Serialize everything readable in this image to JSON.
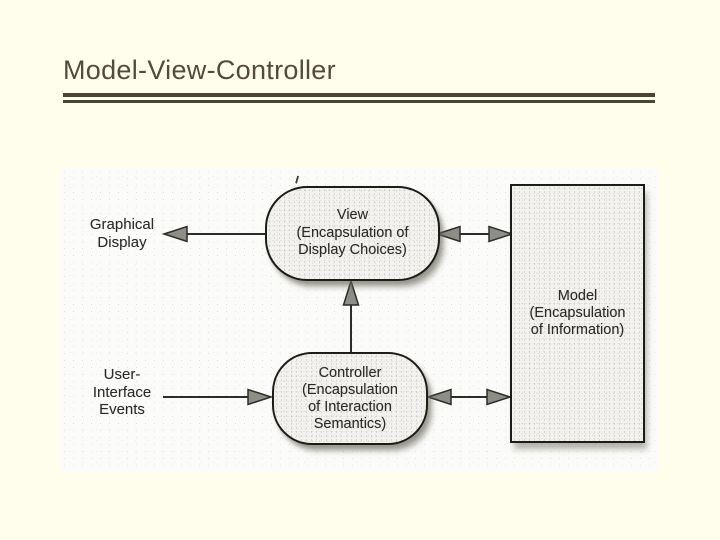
{
  "slide": {
    "title": "Model-View-Controller"
  },
  "theme": {
    "background": "#fffdec",
    "title_color": "#544a3b",
    "rule_color": "#4c4334",
    "scan_background": "#fbfbf9",
    "node_fill": "#f3f2ee",
    "node_border": "#1c1c19",
    "arrow_color": "#2d2d2a",
    "arrowhead_fill": "#8e8d86",
    "text_color": "#2a2a27"
  },
  "diagram": {
    "external_labels": {
      "graphical_display": {
        "lines": [
          "Graphical",
          "Display"
        ]
      },
      "user_interface_events": {
        "lines": [
          "User-",
          "Interface",
          "Events"
        ]
      }
    },
    "nodes": {
      "view": {
        "lines": [
          "View",
          "(Encapsulation of",
          "Display Choices)"
        ]
      },
      "controller": {
        "lines": [
          "Controller",
          "(Encapsulation",
          "of Interaction",
          "Semantics)"
        ]
      },
      "model": {
        "lines": [
          "Model",
          "(Encapsulation",
          "of Information)"
        ]
      }
    },
    "arrows": [
      {
        "name": "view-to-graphical-display",
        "style": "single-head",
        "direction": "left"
      },
      {
        "name": "view-model",
        "style": "double-head",
        "direction": "horizontal"
      },
      {
        "name": "controller-to-view",
        "style": "single-head",
        "direction": "up"
      },
      {
        "name": "user-events-to-controller",
        "style": "single-head",
        "direction": "right"
      },
      {
        "name": "controller-model",
        "style": "double-head",
        "direction": "horizontal"
      }
    ]
  }
}
